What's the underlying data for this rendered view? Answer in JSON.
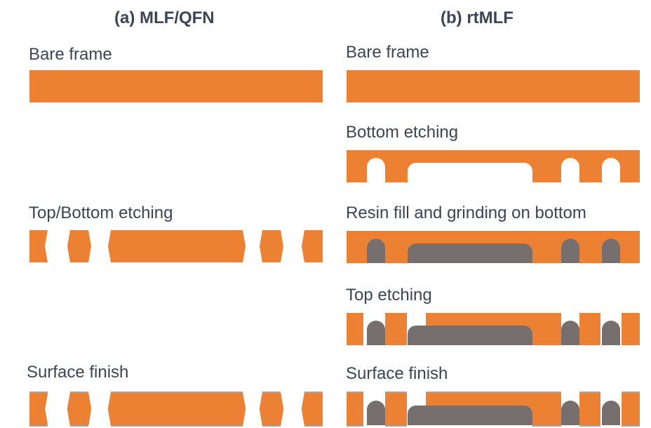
{
  "panel_a": {
    "title": "(a) MLF/QFN",
    "steps": [
      "Bare frame",
      "Top/Bottom etching",
      "Surface finish"
    ]
  },
  "panel_b": {
    "title": "(b) rtMLF",
    "steps": [
      "Bare frame",
      "Bottom etching",
      "Resin fill and grinding on bottom",
      "Top etching",
      "Surface finish"
    ]
  },
  "colors": {
    "copper": "#ED8133",
    "resin": "#766F6D",
    "finish": "#A5A5A5",
    "text": "#3A4556"
  }
}
